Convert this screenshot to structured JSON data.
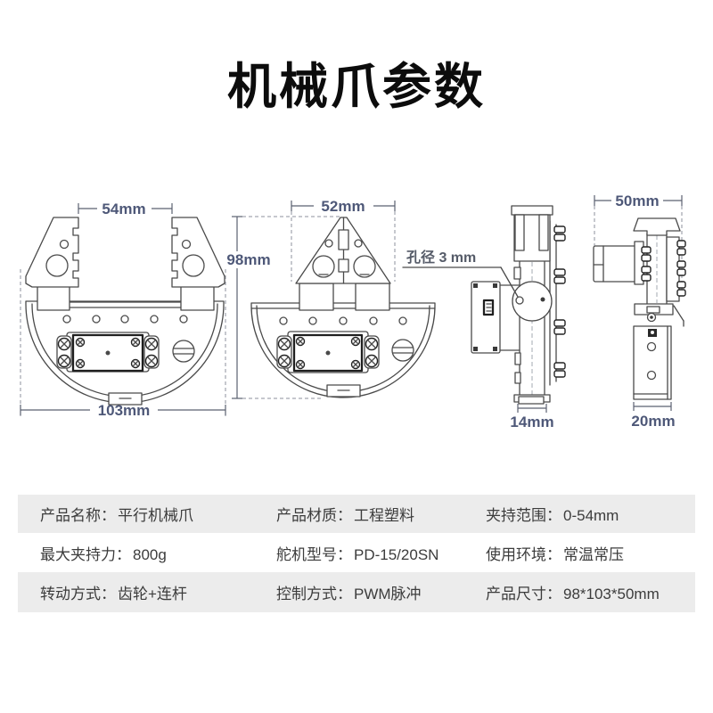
{
  "title": "机械爪参数",
  "dimensions": {
    "view1_top": "54mm",
    "view1_bottom": "103mm",
    "view2_top": "52mm",
    "view2_left": "98mm",
    "view3_bottom": "14mm",
    "hole_note": "孔径 3  mm",
    "view4_top": "50mm",
    "view4_bottom": "20mm"
  },
  "spec_table": {
    "rows": [
      {
        "cells": [
          {
            "label": "产品名称：",
            "value": "平行机械爪"
          },
          {
            "label": "产品材质：",
            "value": "工程塑料"
          },
          {
            "label": "夹持范围：",
            "value": "0-54mm"
          }
        ]
      },
      {
        "cells": [
          {
            "label": "最大夹持力：",
            "value": "800g"
          },
          {
            "label": "舵机型号：",
            "value": "PD-15/20SN"
          },
          {
            "label": "使用环境：",
            "value": "常温常压"
          }
        ]
      },
      {
        "cells": [
          {
            "label": "转动方式：",
            "value": "齿轮+连杆"
          },
          {
            "label": "控制方式：",
            "value": "PWM脉冲"
          },
          {
            "label": "产品尺寸：",
            "value": "98*103*50mm"
          }
        ]
      }
    ]
  },
  "colors": {
    "title_text": "#0c0c0c",
    "drawing_line": "#4a4a4a",
    "dimension_text": "#4e5878",
    "table_row_gray": "#ececec",
    "table_text": "#3c3c3c",
    "background": "#ffffff"
  }
}
